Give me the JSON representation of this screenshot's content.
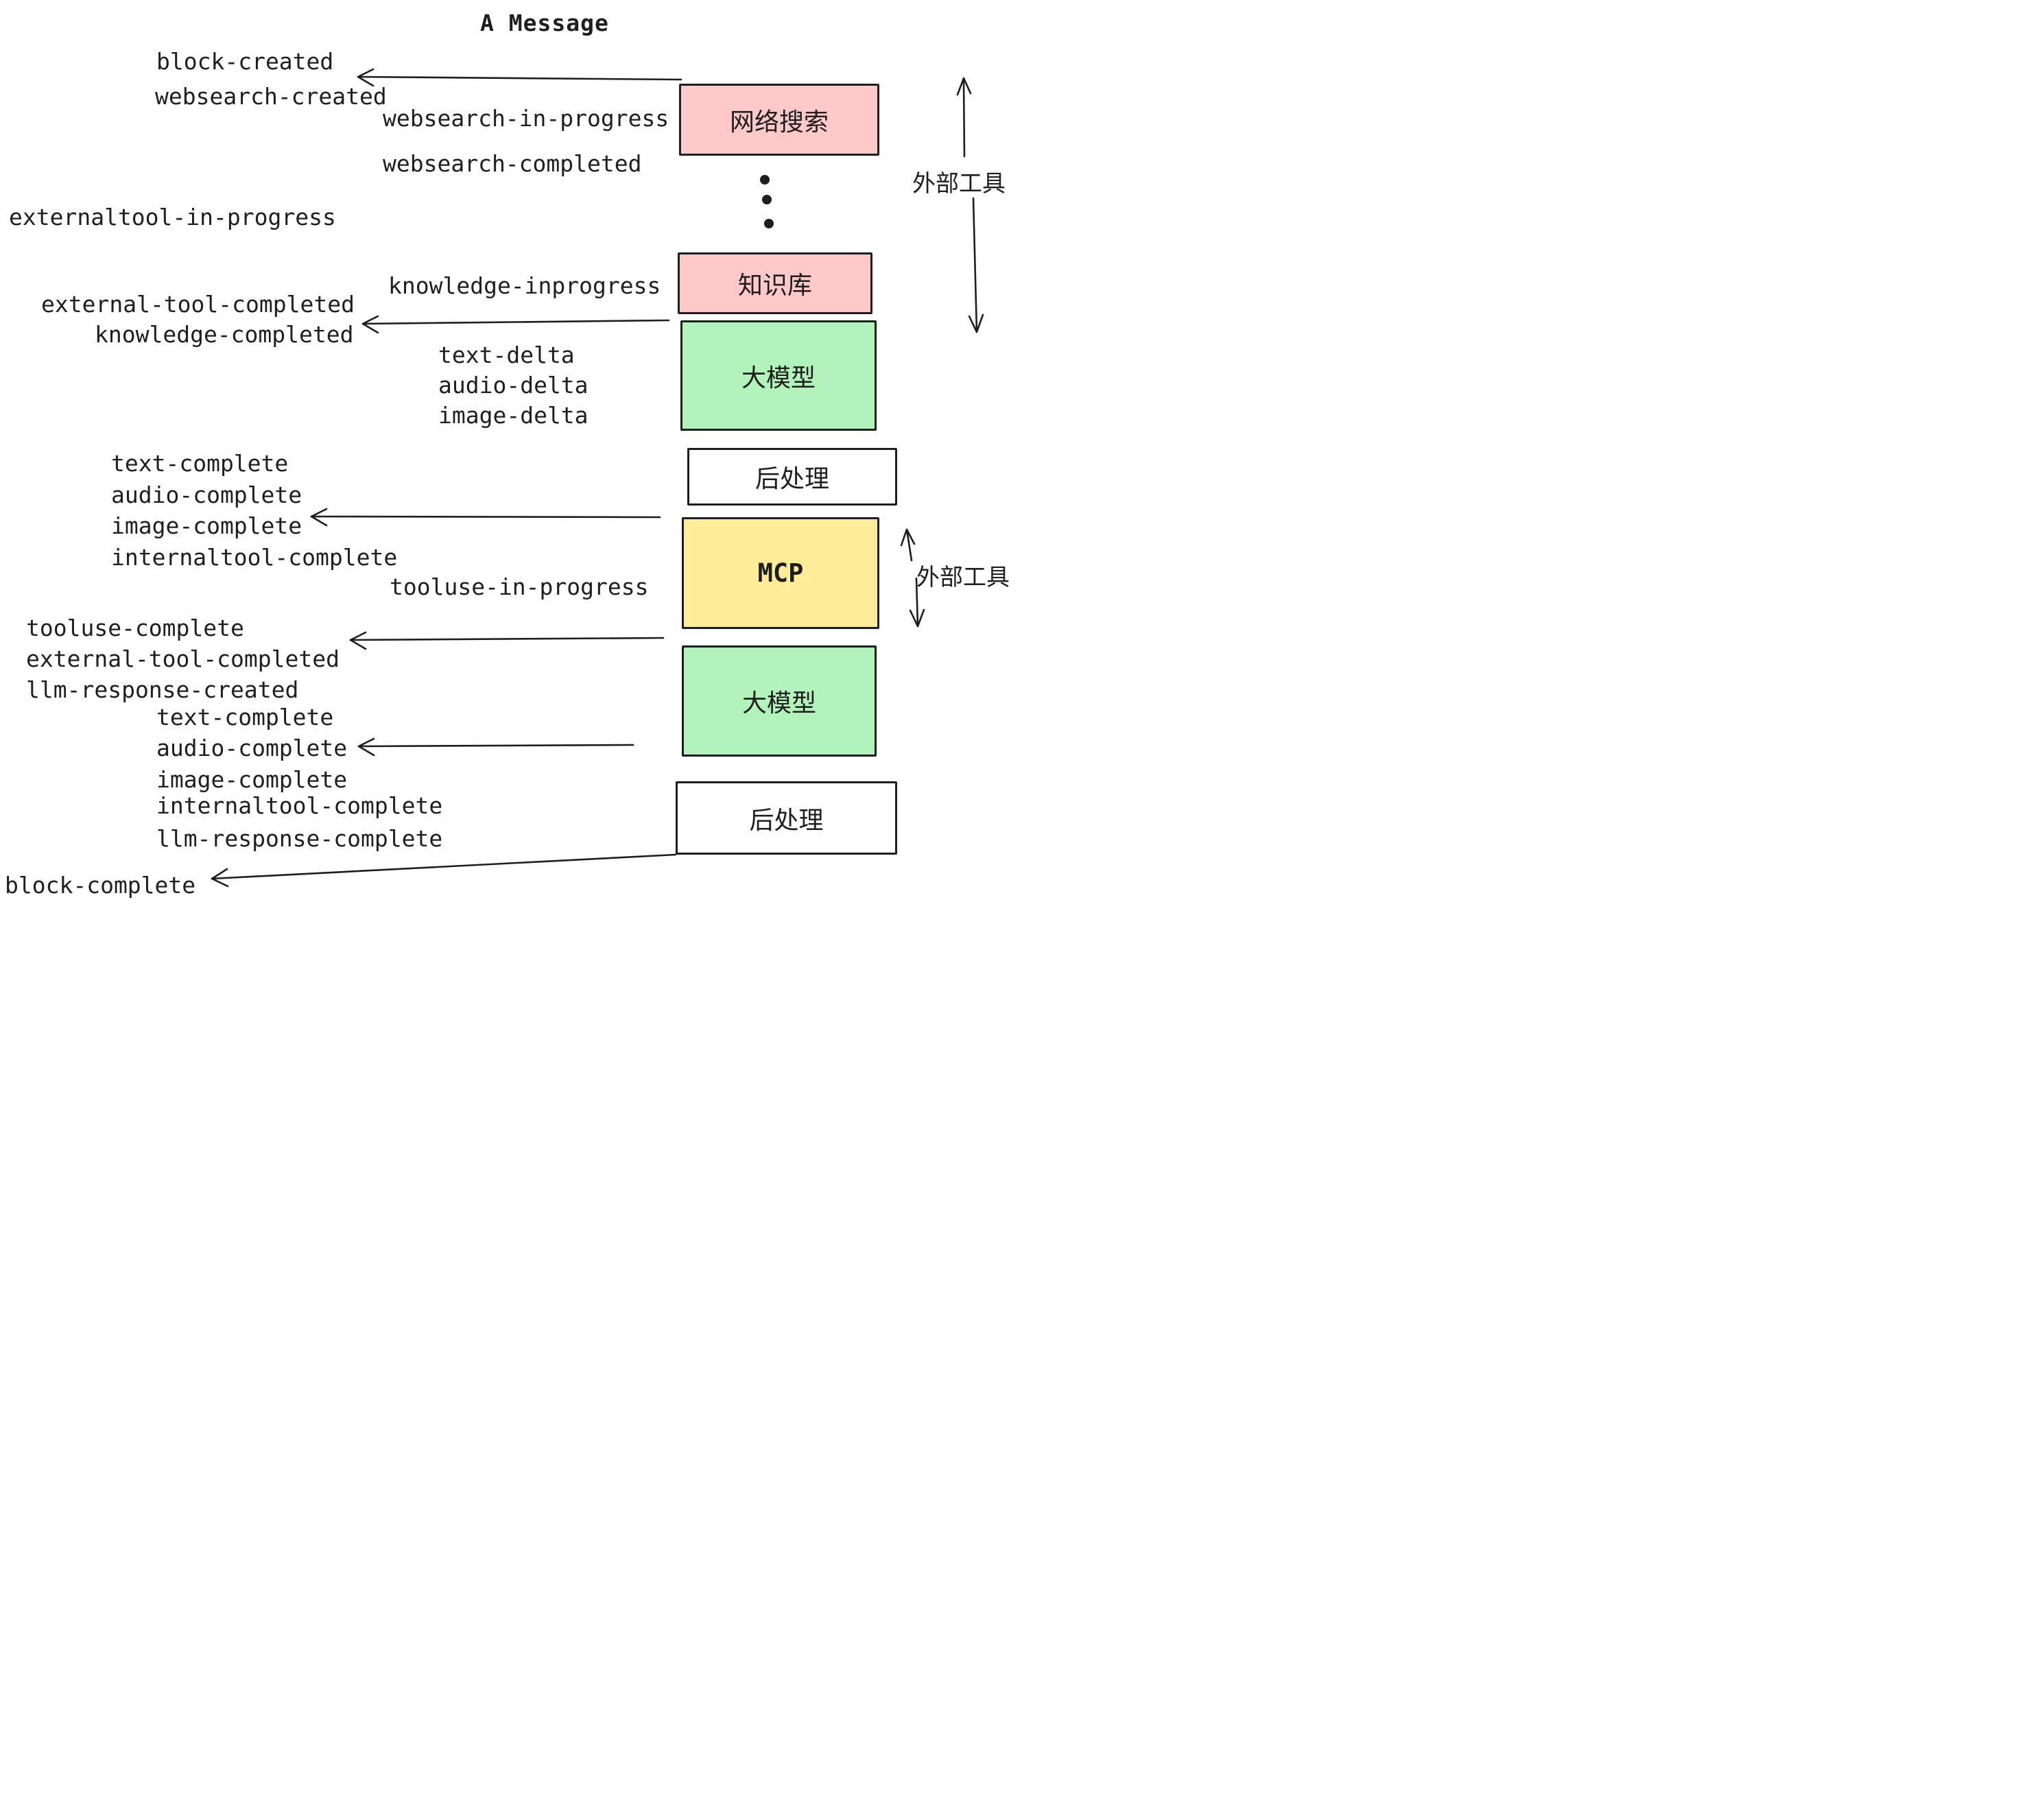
{
  "title": "A Message",
  "events": [
    {
      "id": "block-created",
      "text": "block-created"
    },
    {
      "id": "websearch-created",
      "text": "websearch-created"
    },
    {
      "id": "websearch-in-progress",
      "text": "websearch-in-progress"
    },
    {
      "id": "websearch-completed",
      "text": "websearch-completed"
    },
    {
      "id": "externaltool-in-progress",
      "text": "externaltool-in-progress"
    },
    {
      "id": "knowledge-inprogress",
      "text": "knowledge-inprogress"
    },
    {
      "id": "external-tool-completed",
      "text": "external-tool-completed"
    },
    {
      "id": "knowledge-completed",
      "text": "knowledge-completed"
    },
    {
      "id": "text-delta-1",
      "text": "text-delta"
    },
    {
      "id": "audio-delta-1",
      "text": "audio-delta"
    },
    {
      "id": "image-delta-1",
      "text": "image-delta"
    },
    {
      "id": "text-complete-1",
      "text": "text-complete"
    },
    {
      "id": "audio-complete-1",
      "text": "audio-complete"
    },
    {
      "id": "image-complete-1",
      "text": "image-complete"
    },
    {
      "id": "internaltool-complete-1",
      "text": "internaltool-complete"
    },
    {
      "id": "tooluse-in-progress",
      "text": "tooluse-in-progress"
    },
    {
      "id": "tooluse-complete",
      "text": "tooluse-complete"
    },
    {
      "id": "external-tool-completed-2",
      "text": "external-tool-completed"
    },
    {
      "id": "llm-response-created",
      "text": "llm-response-created"
    },
    {
      "id": "text-complete-2",
      "text": "text-complete"
    },
    {
      "id": "audio-complete-2",
      "text": "audio-complete"
    },
    {
      "id": "image-complete-2",
      "text": "image-complete"
    },
    {
      "id": "internaltool-complete-2",
      "text": "internaltool-complete"
    },
    {
      "id": "llm-response-complete",
      "text": "llm-response-complete"
    },
    {
      "id": "block-complete",
      "text": "block-complete"
    }
  ],
  "boxes": [
    {
      "id": "websearch",
      "label": "网络搜索",
      "color": "#ffc9c9"
    },
    {
      "id": "knowledge",
      "label": "知识库",
      "color": "#ffc9c9"
    },
    {
      "id": "llm-1",
      "label": "大模型",
      "color": "#b2f2bb"
    },
    {
      "id": "postprocess-1",
      "label": "后处理",
      "color": "#ffffff"
    },
    {
      "id": "mcp",
      "label": "MCP",
      "color": "#ffec99"
    },
    {
      "id": "llm-2",
      "label": "大模型",
      "color": "#b2f2bb"
    },
    {
      "id": "postprocess-2",
      "label": "后处理",
      "color": "#ffffff"
    }
  ],
  "annotations": [
    {
      "id": "external-tools-top",
      "text": "外部工具"
    },
    {
      "id": "external-tools-mid",
      "text": "外部工具"
    }
  ],
  "colors": {
    "stroke": "#1e1e1e",
    "pink": "#ffc9c9",
    "green": "#b2f2bb",
    "yellow": "#ffec99",
    "white": "#ffffff"
  }
}
